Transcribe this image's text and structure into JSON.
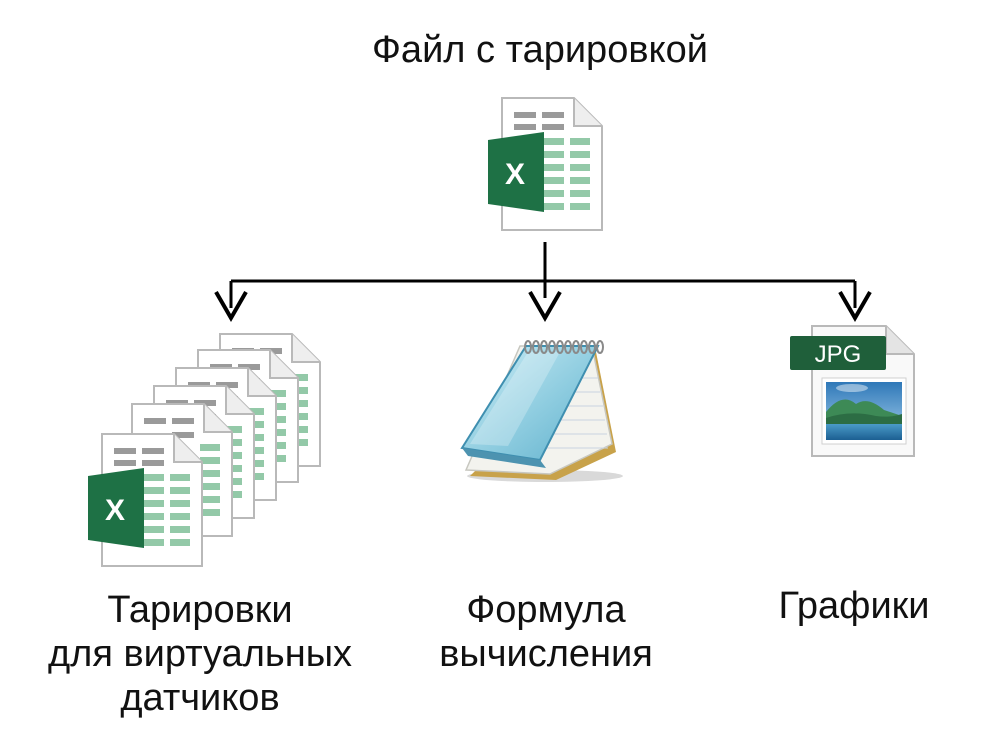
{
  "source": {
    "title": "Файл с тарировкой",
    "icon": "excel-file-icon",
    "icon_letter": "X"
  },
  "outputs": [
    {
      "icon": "excel-file-stack-icon",
      "icon_letter": "X",
      "label_lines": [
        "Тарировки",
        "для виртуальных",
        "датчиков"
      ]
    },
    {
      "icon": "notepad-icon",
      "label_lines": [
        "Формула",
        "вычисления"
      ]
    },
    {
      "icon": "jpg-file-icon",
      "badge": "JPG",
      "label_lines": [
        "Графики"
      ]
    }
  ],
  "colors": {
    "excel_green": "#1e7145",
    "cell_green": "#93c9a8",
    "cell_gray": "#9a9a9a",
    "line": "#000000",
    "jpg_badge": "#1f5f3a"
  }
}
